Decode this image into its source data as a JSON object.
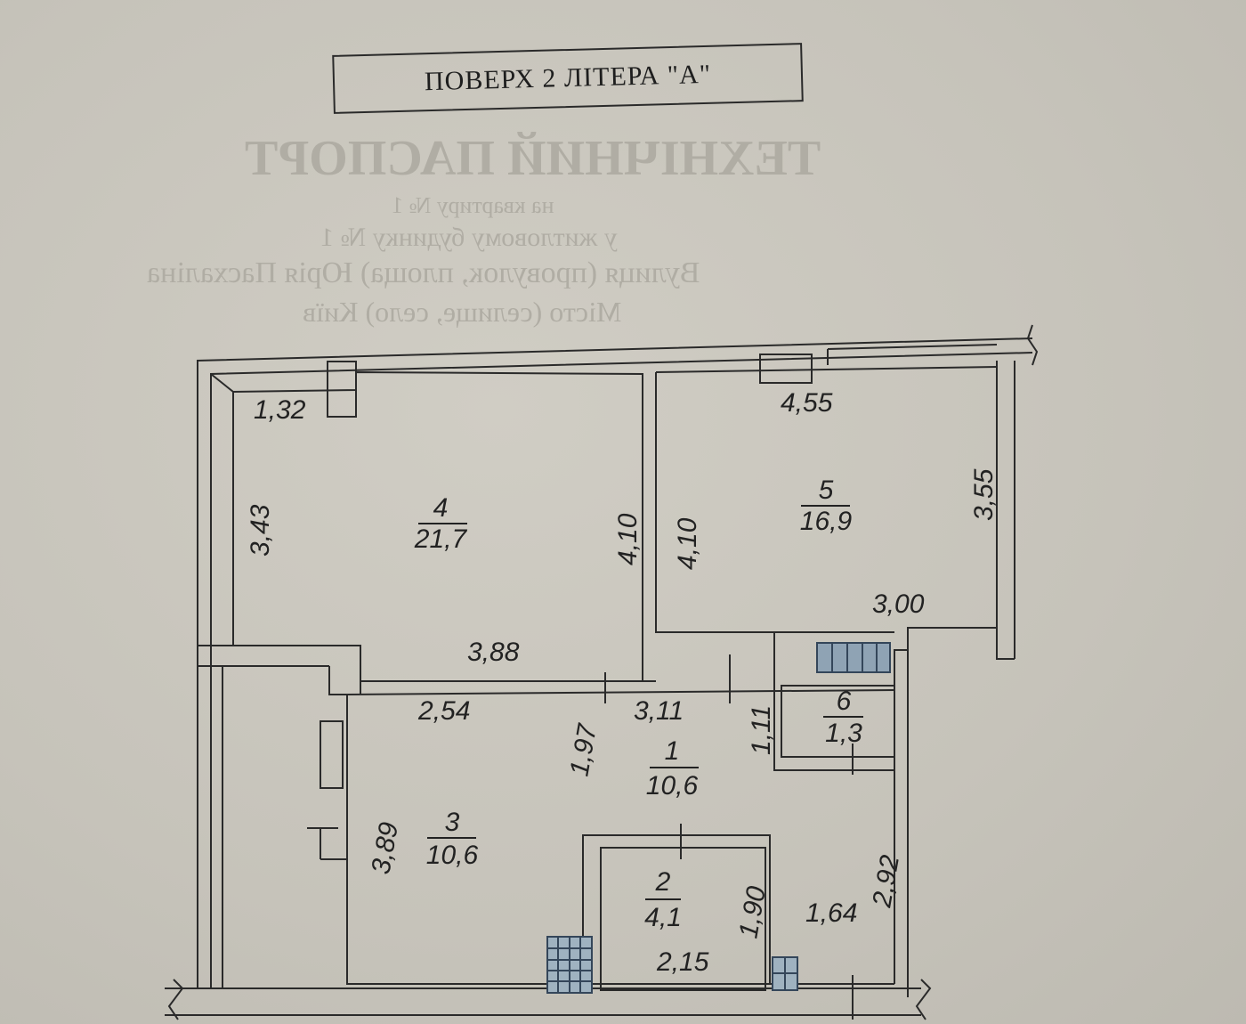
{
  "title": "ПОВЕРХ 2 ЛІТЕРА \"А\"",
  "rooms": [
    {
      "number": "1",
      "area": "10,6"
    },
    {
      "number": "2",
      "area": "4,1"
    },
    {
      "number": "3",
      "area": "10,6"
    },
    {
      "number": "4",
      "area": "21,7"
    },
    {
      "number": "5",
      "area": "16,9"
    },
    {
      "number": "6",
      "area": "1,3"
    }
  ],
  "dimensions": {
    "d132": "1,32",
    "d343": "3,43",
    "d410a": "4,10",
    "d388": "3,88",
    "d455": "4,55",
    "d410b": "4,10",
    "d355": "3,55",
    "d300": "3,00",
    "d254": "2,54",
    "d311": "3,11",
    "d197": "1,97",
    "d111": "1,11",
    "d389": "3,89",
    "d190": "1,90",
    "d215": "2,15",
    "d164": "1,64",
    "d292": "2,92"
  },
  "bleed_through": {
    "heading": "ТЕХНІЧНИЙ ПАСПОРТ",
    "line1": "на квартиру № 1",
    "line2": "у житловому будинку № 1",
    "line3": "Вулиця (провулок, площа) Юрія Пасхаліна",
    "line4": "Місто (селище, село) Київ"
  },
  "colors": {
    "paper": "#c8c5bc",
    "ink": "#2a2a2a",
    "fixture": "#8fa3b4"
  }
}
